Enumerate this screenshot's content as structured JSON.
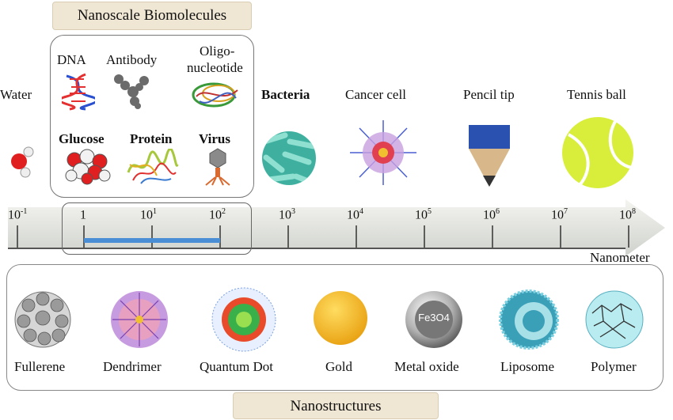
{
  "header": {
    "title": "Nanoscale Biomolecules"
  },
  "footer": {
    "title": "Nanostructures"
  },
  "axis": {
    "unit_label": "Nanometer",
    "ticks": [
      {
        "base": "10",
        "exp": "-1"
      },
      {
        "base": "1",
        "exp": ""
      },
      {
        "base": "10",
        "exp": "1"
      },
      {
        "base": "10",
        "exp": "2"
      },
      {
        "base": "10",
        "exp": "3"
      },
      {
        "base": "10",
        "exp": "4"
      },
      {
        "base": "10",
        "exp": "5"
      },
      {
        "base": "10",
        "exp": "6"
      },
      {
        "base": "10",
        "exp": "7"
      },
      {
        "base": "10",
        "exp": "8"
      }
    ]
  },
  "biomolecules": {
    "dna": "DNA",
    "antibody": "Antibody",
    "oligo_line1": "Oligo-",
    "oligo_line2": "nucleotide",
    "glucose": "Glucose",
    "protein": "Protein",
    "virus": "Virus"
  },
  "scale_objects": {
    "water": "Water",
    "bacteria": "Bacteria",
    "cancer_cell": "Cancer cell",
    "pencil_tip": "Pencil tip",
    "tennis_ball": "Tennis ball"
  },
  "nanostructures": {
    "fullerene": "Fullerene",
    "dendrimer": "Dendrimer",
    "quantum_dot": "Quantum Dot",
    "gold": "Gold",
    "metal_oxide": "Metal oxide",
    "metal_oxide_formula": "Fe3O4",
    "liposome": "Liposome",
    "polymer": "Polymer"
  },
  "colors": {
    "accent_bar": "#4a8fd6",
    "title_bg": "#efe6d4",
    "gold": "#f2b325",
    "tennis": "#d8ee3a"
  }
}
